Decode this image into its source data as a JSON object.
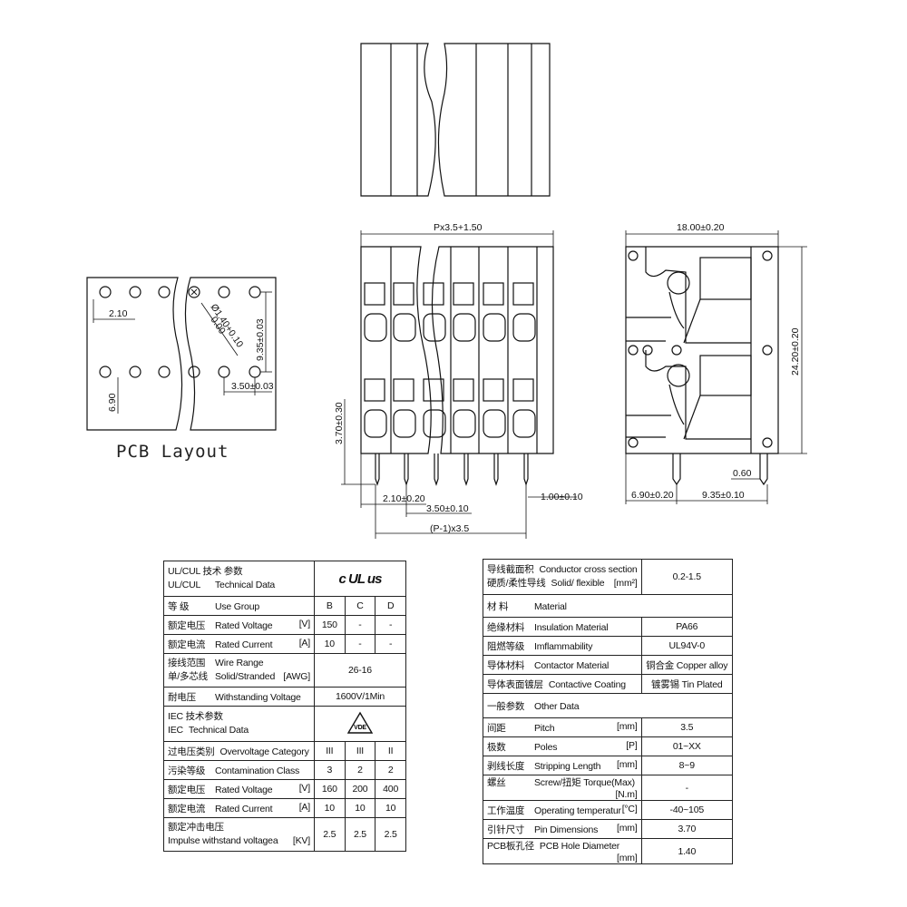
{
  "drawing": {
    "pcb_caption": "PCB Layout",
    "dims": {
      "top_width": "Px3.5+1.50",
      "side_width": "18.00±0.20",
      "side_height": "24.20±0.20",
      "pin_height": "3.70±0.30",
      "pin_offset": "2.10±0.20",
      "pitch_front": "3.50±0.10",
      "pin_thick": "1.00±0.10",
      "pitch_total": "(P-1)x3.5",
      "side_pin_w": "0.60",
      "side_left": "6.90±0.20",
      "side_right": "9.35±0.10",
      "pcb_hole_offset": "2.10",
      "pcb_row_dist": "6.90",
      "pcb_hole_dia": "Ø1.40+0.10",
      "pcb_hole_dia_low": "0.00",
      "pcb_row_pitch": "9.35±0.03",
      "pcb_pitch": "3.50±0.03"
    }
  },
  "left_table": {
    "header": [
      {
        "zh": "UL/CUL 技术 参数",
        "en": ""
      },
      {
        "zh": "UL/CUL",
        "en": "Technical Data"
      }
    ],
    "ul_logo": "c UL us",
    "use_group": {
      "zh": "等 级",
      "en": "Use Group",
      "cols": [
        "B",
        "C",
        "D"
      ]
    },
    "ul_rows": [
      {
        "zh": "额定电压",
        "en": "Rated Voltage",
        "unit": "[V]",
        "vals": [
          "150",
          "-",
          "-"
        ]
      },
      {
        "zh": "额定电流",
        "en": "Rated Current",
        "unit": "[A]",
        "vals": [
          "10",
          "-",
          "-"
        ]
      }
    ],
    "wire": {
      "zh1": "接线范围",
      "en1": "Wire Range",
      "zh2": "单/多芯线",
      "en2": "Solid/Stranded",
      "unit": "[AWG]",
      "val": "26-16"
    },
    "withstand": {
      "zh": "耐电压",
      "en": "Withstanding Voltage",
      "val": "1600V/1Min"
    },
    "iec_header": [
      {
        "zh": "IEC 技术参数",
        "en": ""
      },
      {
        "zh": "IEC",
        "en": "Technical Data"
      }
    ],
    "vde_logo": "VDE",
    "iec_rows": [
      {
        "zh": "过电压类别",
        "en": "Overvoltage Category",
        "unit": "",
        "vals": [
          "III",
          "III",
          "II"
        ]
      },
      {
        "zh": "污染等级",
        "en": "Contamination Class",
        "unit": "",
        "vals": [
          "3",
          "2",
          "2"
        ]
      },
      {
        "zh": "额定电压",
        "en": "Rated Voltage",
        "unit": "[V]",
        "vals": [
          "160",
          "200",
          "400"
        ]
      },
      {
        "zh": "额定电流",
        "en": "Rated Current",
        "unit": "[A]",
        "vals": [
          "10",
          "10",
          "10"
        ]
      }
    ],
    "impulse": {
      "zh": "额定冲击电压",
      "en": "Impulse withstand voltagea",
      "unit": "[KV]",
      "vals": [
        "2.5",
        "2.5",
        "2.5"
      ]
    }
  },
  "right_table": {
    "conductor": {
      "zh1": "导线截面积",
      "en1": "Conductor cross section",
      "zh2": "硬质/柔性导线",
      "en2": "Solid/ flexible",
      "unit": "[mm²]",
      "val": "0.2-1.5"
    },
    "material_header": {
      "zh": "材 料",
      "en": "Material"
    },
    "material_rows": [
      {
        "zh": "绝缘材料",
        "en": "Insulation Material",
        "val": "PA66"
      },
      {
        "zh": "阻燃等级",
        "en": "Imflammability",
        "val": "UL94V-0"
      },
      {
        "zh": "导体材料",
        "en": "Contactor Material",
        "val": "铜合金 Copper alloy"
      },
      {
        "zh": "导体表面镀层",
        "en": "Contactive Coating",
        "val": "镀雾锡 Tin Plated"
      }
    ],
    "other_header": {
      "zh": "一般参数",
      "en": "Other Data"
    },
    "other_rows": [
      {
        "zh": "间距",
        "en": "Pitch",
        "unit": "[mm]",
        "val": "3.5"
      },
      {
        "zh": "极数",
        "en": "Poles",
        "unit": "[P]",
        "val": "01~XX"
      },
      {
        "zh": "剥线长度",
        "en": "Stripping Length",
        "unit": "[mm]",
        "val": "8~9"
      },
      {
        "zh": "螺丝",
        "en": "Screw/扭矩 Torque(Max)",
        "unit": "[N.m]",
        "val": "-"
      },
      {
        "zh": "工作温度",
        "en": "Operating temperatur",
        "unit": "[°C]",
        "val": "-40~105"
      },
      {
        "zh": "引针尺寸",
        "en": "Pin Dimensions",
        "unit": "[mm]",
        "val": "3.70"
      },
      {
        "zh": "PCB板孔径",
        "en": "PCB Hole Diameter",
        "unit": "[mm]",
        "val": "1.40"
      }
    ]
  }
}
